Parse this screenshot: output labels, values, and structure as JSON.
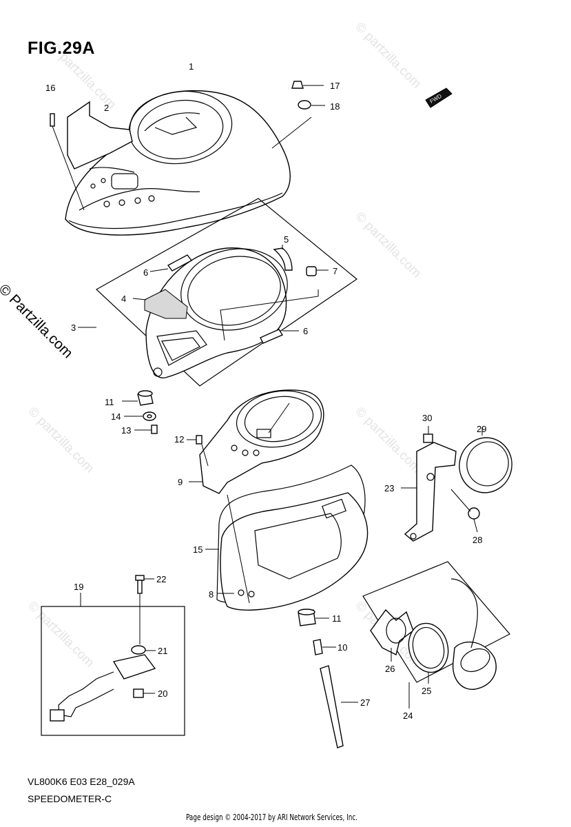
{
  "figure": {
    "title": "FIG.29A",
    "code": "VL800K6 E03 E28_029A",
    "subtitle": "SPEEDOMETER-C",
    "page_credit": "Page design © 2004-2017 by ARI Network Services, Inc.",
    "copyright_mark": "© Partzilla.com",
    "watermark": "© partzilla.com",
    "direction_badge": "FWD"
  },
  "callouts": [
    "1",
    "2",
    "3",
    "4",
    "5",
    "6",
    "6",
    "7",
    "8",
    "9",
    "10",
    "11",
    "11",
    "12",
    "13",
    "14",
    "15",
    "16",
    "17",
    "18",
    "19",
    "20",
    "21",
    "22",
    "23",
    "24",
    "25",
    "26",
    "27",
    "28",
    "29",
    "30"
  ]
}
